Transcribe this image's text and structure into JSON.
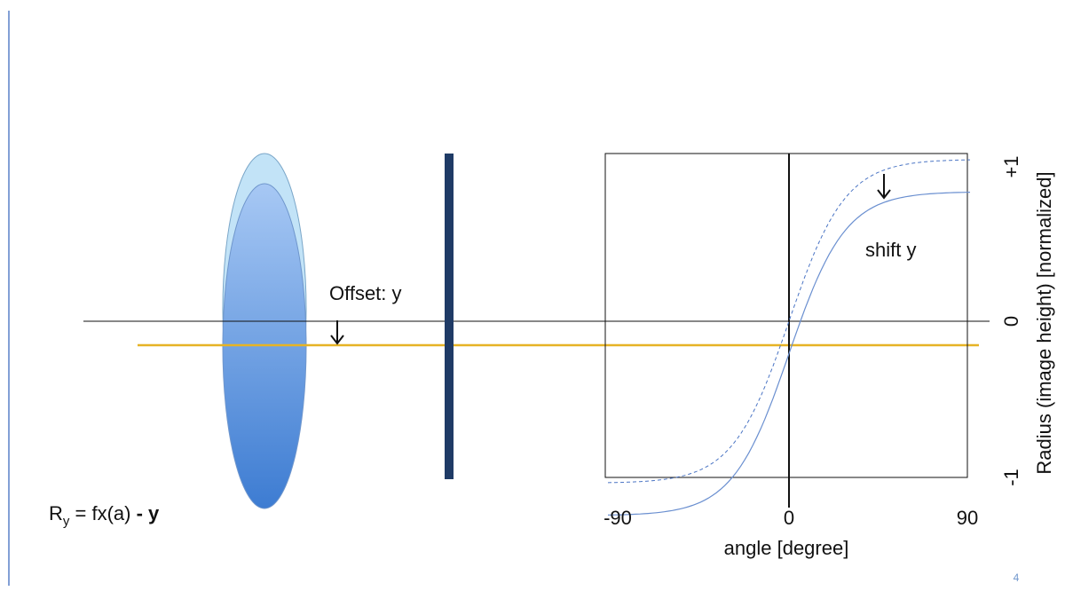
{
  "slide": {
    "offset_label": "Offset: y",
    "shift_label": "shift y",
    "formula": {
      "R": "R",
      "sub": "y",
      "rest": " = fx(a) ",
      "minus": "-",
      "bold_y": " y"
    },
    "page_number": "4"
  },
  "chart_data": {
    "type": "line",
    "title": "",
    "xlabel": "angle [degree]",
    "ylabel": "Radius (image height) [normalized]",
    "x_ticks": [
      "-90",
      "0",
      "90"
    ],
    "y_ticks": [
      "-1",
      "0",
      "+1"
    ],
    "xlim": [
      -90,
      90
    ],
    "ylim": [
      -1,
      1
    ],
    "grid": false,
    "series": [
      {
        "style": "dashed",
        "color": "#4a74c4",
        "offset": 0.0
      },
      {
        "style": "solid",
        "color": "#6a8fd0",
        "offset": -0.2
      }
    ]
  },
  "colors": {
    "accent_line": "#e6b325",
    "plate": "#1f3b66",
    "lens_outer": "#bfe0f6",
    "lens_inner_top": "#9cc0f2",
    "lens_inner_bottom": "#3f7fd4",
    "left_bar": "#4a74c4"
  }
}
